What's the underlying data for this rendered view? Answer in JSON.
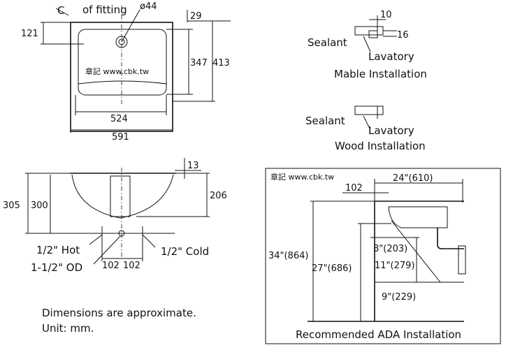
{
  "top_left": {
    "centerline_label": "of fitting",
    "cl_symbol": "C",
    "dia44": "ø44",
    "d29": "29",
    "d121": "121",
    "d347": "347",
    "d413": "413",
    "d524": "524",
    "d591": "591",
    "watermark": "章記 www.cbk.tw"
  },
  "mable": {
    "d10": "10",
    "d16": "16",
    "sealant": "Sealant",
    "lavatory": "Lavatory",
    "caption": "Mable Installation"
  },
  "wood": {
    "sealant": "Sealant",
    "lavatory": "Lavatory",
    "caption": "Wood Installation"
  },
  "side": {
    "d13": "13",
    "d305": "305",
    "d300": "300",
    "d206": "206",
    "hot": "1/2\" Hot",
    "cold": "1/2\" Cold",
    "od": "1-1/2\" OD",
    "d102a": "102",
    "d102b": "102"
  },
  "notes": {
    "line1": "Dimensions are approximate.",
    "line2": "Unit: mm."
  },
  "ada": {
    "watermark": "章記 www.cbk.tw",
    "d24": "24\"(610)",
    "d102": "102",
    "d34": "34\"(864)",
    "d27": "27\"(686)",
    "d8": "8\"(203)",
    "d11": "11\"(279)",
    "d9": "9\"(229)",
    "caption": "Recommended ADA Installation"
  }
}
